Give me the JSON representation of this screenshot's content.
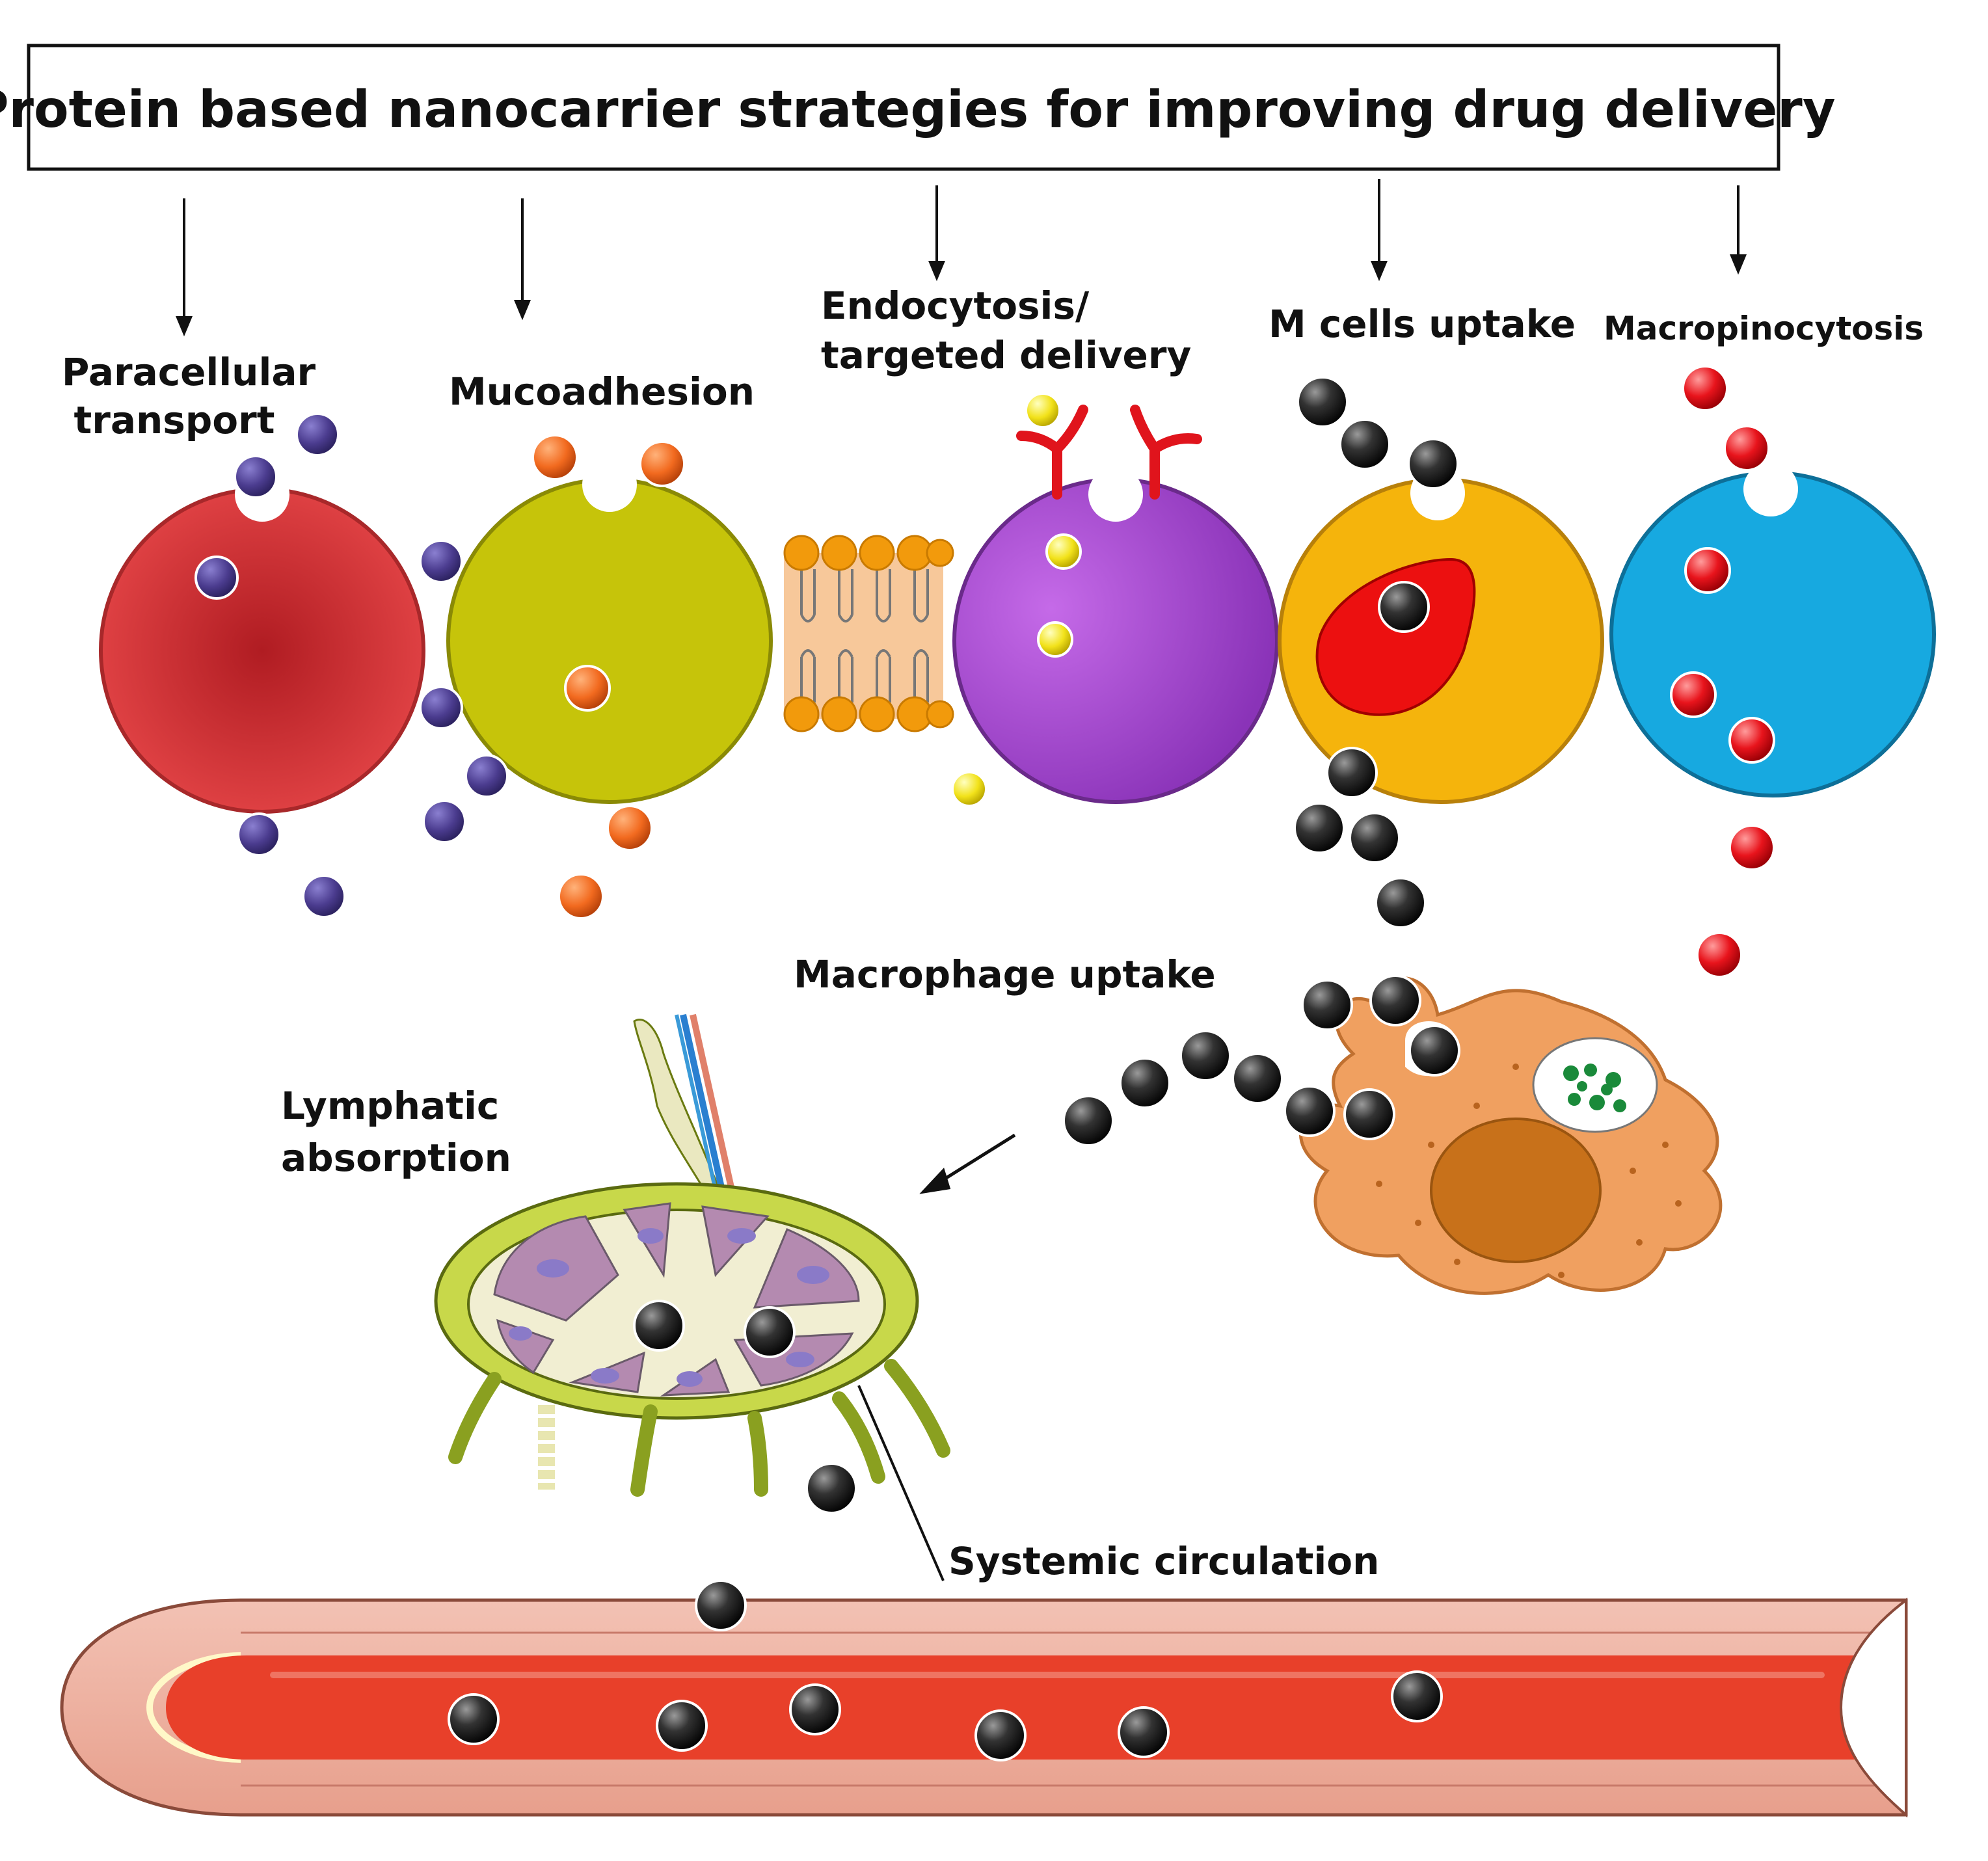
{
  "title": "Protein based nanocarrier strategies for improving drug delivery",
  "labels": {
    "paracellular_1": "Paracellular",
    "paracellular_2": "transport",
    "mucoadhesion": "Mucoadhesion",
    "endocytosis_1": "Endocytosis/",
    "endocytosis_2": "targeted delivery",
    "m_cells": "M cells uptake",
    "macropinocytosis": "Macropinocytosis",
    "macrophage": "Macrophage uptake",
    "lymphatic_1": "Lymphatic",
    "lymphatic_2": "absorption",
    "systemic": "Systemic circulation"
  },
  "colors": {
    "paracellular_cell": "#d63a3c",
    "mucoadhesion_cell": "#c6c40a",
    "endocytosis_cell": "#9b3fc6",
    "m_cell": "#f5b40c",
    "macropinocytosis_cell": "#17a9e0",
    "purple_particle": "#4b3c8f",
    "orange_particle": "#f26a1f",
    "yellow_particle": "#f2e21a",
    "black_particle": "#222222",
    "red_particle": "#e8141c",
    "receptor": "#e0141c",
    "blood": "#e8402a",
    "macrophage": "#f0a060"
  }
}
